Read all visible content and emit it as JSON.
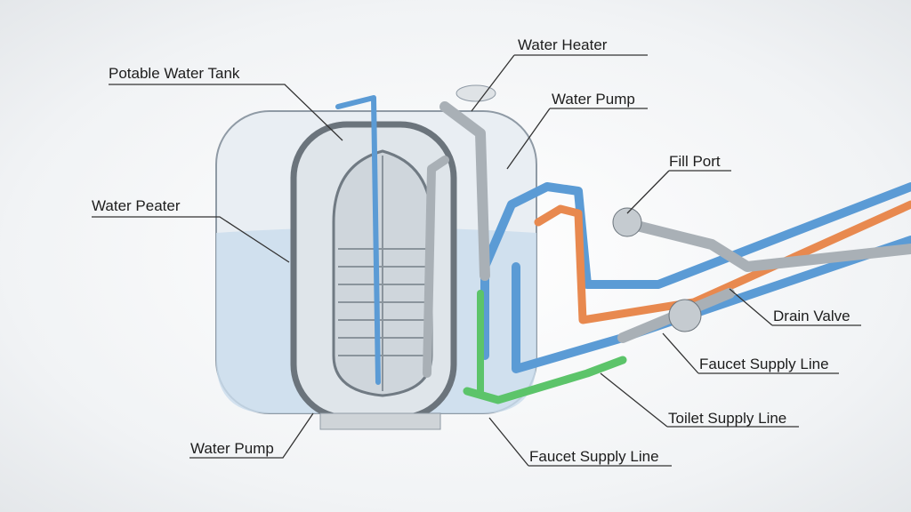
{
  "labels": {
    "potable_water_tank": "Potable Water Tank",
    "water_heater": "Water Heater",
    "water_pump_top": "Water Pump",
    "fill_port": "Fill Port",
    "water_peater": "Water Peater",
    "drain_valve": "Drain Valve",
    "faucet_supply_line_right": "Faucet Supply Line",
    "toilet_supply_line": "Toilet Supply Line",
    "water_pump_bottom": "Water Pump",
    "faucet_supply_line_bottom": "Faucet Supply Line"
  },
  "colors": {
    "cold": "#5b9bd5",
    "hot": "#e8894f",
    "green": "#5cc46a",
    "gray": "#a9b0b6"
  }
}
